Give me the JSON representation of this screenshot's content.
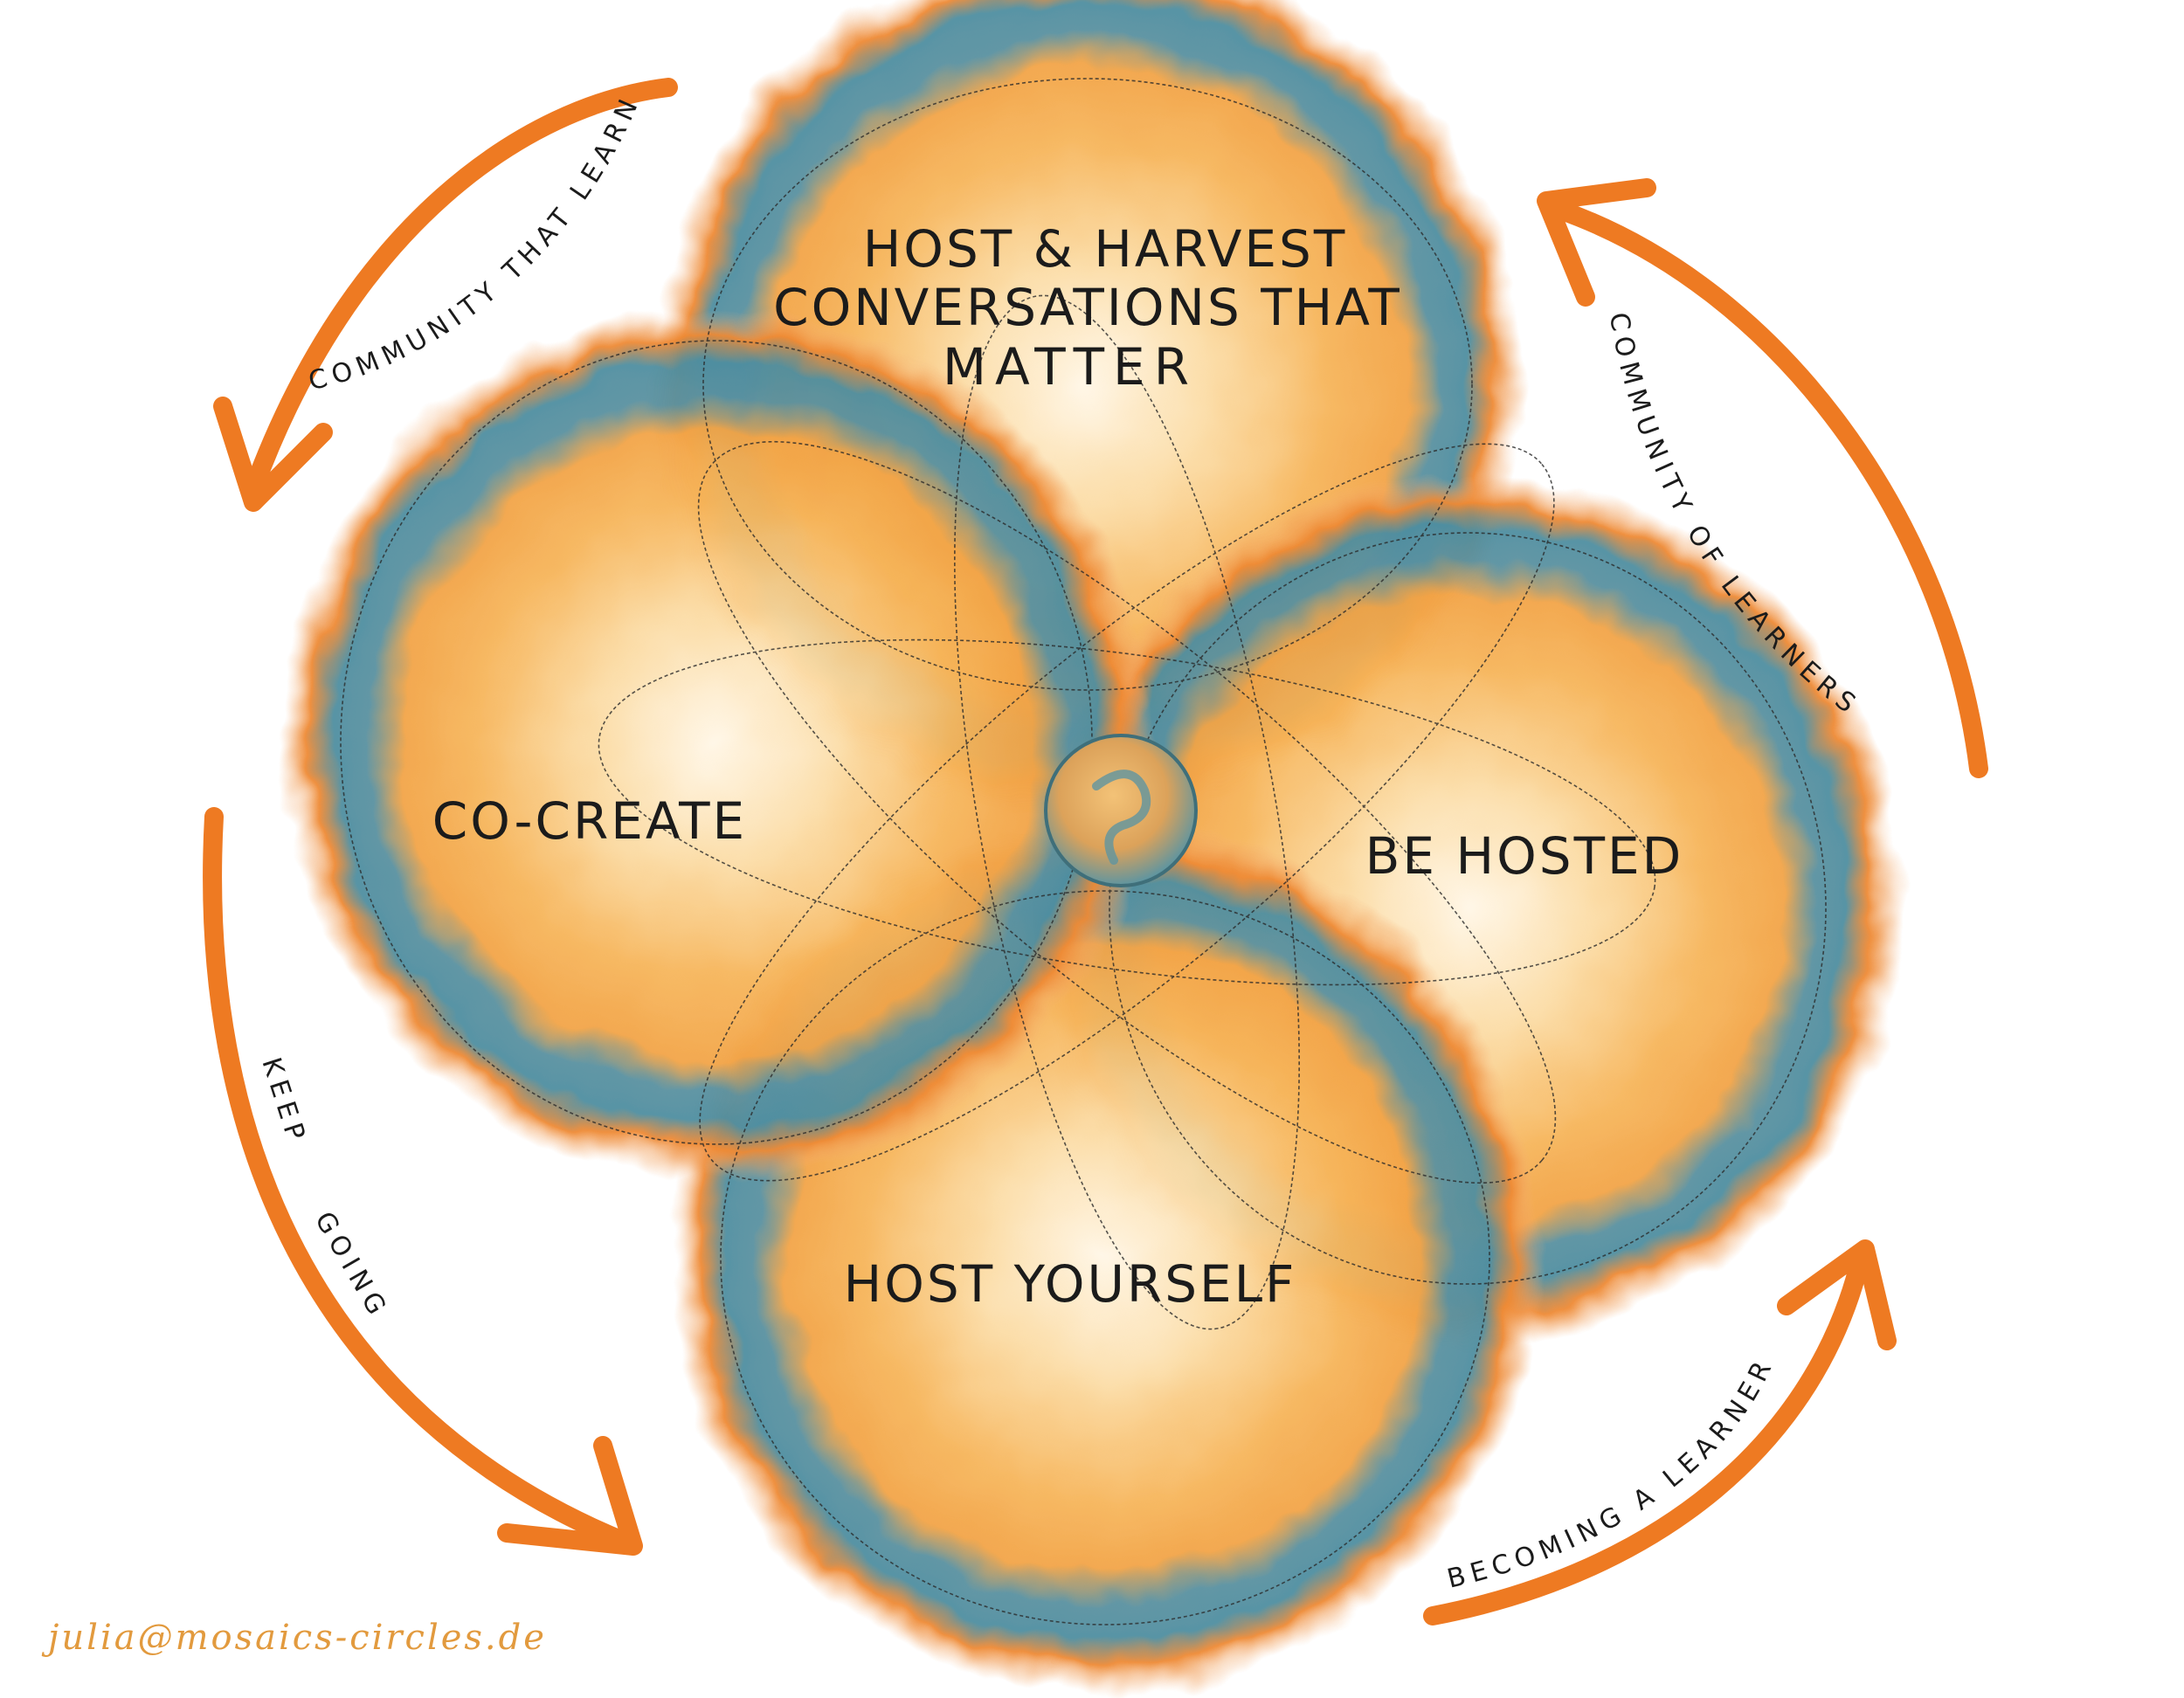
{
  "circles": {
    "top": {
      "lines": [
        "HOST & HARVEST",
        "CONVERSATIONS THAT",
        "MATTER"
      ]
    },
    "left": {
      "label": "CO-CREATE"
    },
    "right": {
      "label": "BE HOSTED"
    },
    "bottom": {
      "label": "HOST YOURSELF"
    }
  },
  "arrows": {
    "top_left": "COMMUNITY THAT LEARNS",
    "top_right": "COMMUNITY OF LEARNERS",
    "bottom_left_1": "KEEP",
    "bottom_left_2": "GOING",
    "bottom_right": "BECOMING A LEARNER"
  },
  "credit": "julia@mosaics-circles.de",
  "colors": {
    "arrow": "#ee7a22",
    "orange_deep": "#f08a2c",
    "orange_mid": "#f5a94b",
    "orange_light": "#fbd9a0",
    "teal": "#4f8ea0",
    "credit": "#e29a3e",
    "ink": "#1b1b1b"
  }
}
